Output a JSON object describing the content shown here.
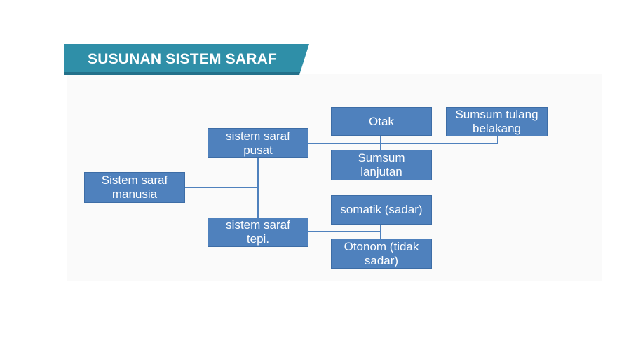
{
  "slide": {
    "title": "SUSUNAN SISTEM SARAF"
  },
  "colors": {
    "banner": "#2f8fa8",
    "banner_dark": "#23708a",
    "node_fill": "#4f81bd",
    "connector": "#4f81bd"
  },
  "diagram": {
    "root": "Sistem saraf\nmanusia",
    "central": "sistem saraf\npusat",
    "peripheral": "sistem saraf\ntepi.",
    "brain": "Otak",
    "spinal_cord": "Sumsum tulang\nbelakang",
    "medulla": "Sumsum\nlanjutan",
    "somatic": "somatik (sadar)",
    "autonomic": "Otonom (tidak\nsadar)"
  }
}
